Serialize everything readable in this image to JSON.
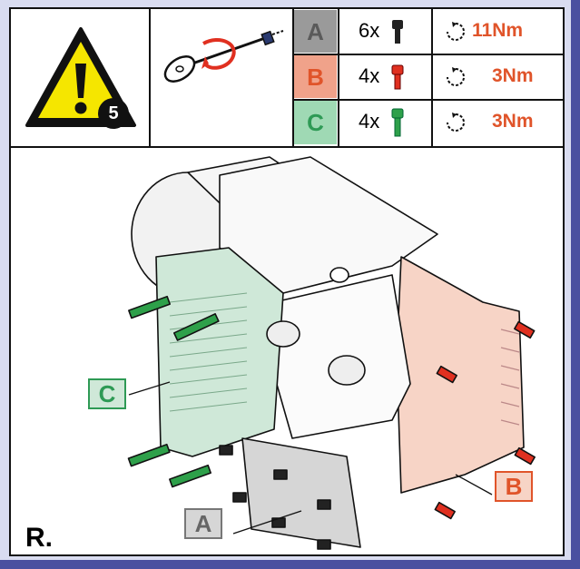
{
  "rows": [
    {
      "letter": "A",
      "count": "6x",
      "torque": "11Nm",
      "color": "#9a9a9a",
      "screw_color": "#222222"
    },
    {
      "letter": "B",
      "count": "4x",
      "torque": "3Nm",
      "color": "#f0a28a",
      "screw_color": "#e03020"
    },
    {
      "letter": "C",
      "count": "4x",
      "torque": "3Nm",
      "color": "#9fd9b4",
      "screw_color": "#2ea04a"
    }
  ],
  "tool_number": "5",
  "labels": {
    "a_tag": "A",
    "b_tag": "B",
    "c_tag": "C",
    "figure_label": "R."
  },
  "colors": {
    "warning_yellow": "#f5e600",
    "torque_orange": "#e0542a",
    "panel_green": "#cfe8d8",
    "panel_salmon": "#f7d4c6",
    "panel_gray": "#d6d6d6"
  },
  "icons": [
    "warning-icon",
    "hex-key-tool-icon",
    "rotate-clockwise-icon",
    "screw-icon"
  ]
}
